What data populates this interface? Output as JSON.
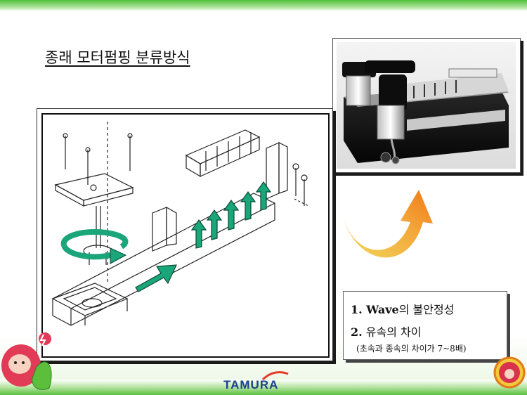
{
  "slide": {
    "title": "종래 모터펌핑 분류방식",
    "logo_text": "TAMURA"
  },
  "info": {
    "item1_num": "1. Wave",
    "item1_text": "의 불안정성",
    "item2_num": "2.",
    "item2_text": " 유속의 차이",
    "item2_note_prefix": "(",
    "item2_note_text": "초속과 종속의 차이가 7~8배",
    "item2_note_suffix": ")"
  },
  "colors": {
    "flow_arrow": "#1aa57a",
    "curve_arrow_start": "#e9c94a",
    "curve_arrow_end": "#f08a1c",
    "green_band": "#4fbf3a"
  },
  "icons": {
    "rotation": "circular-arrow-icon",
    "flow": "flow-arrow-icon",
    "curve": "curved-arrow-icon"
  }
}
